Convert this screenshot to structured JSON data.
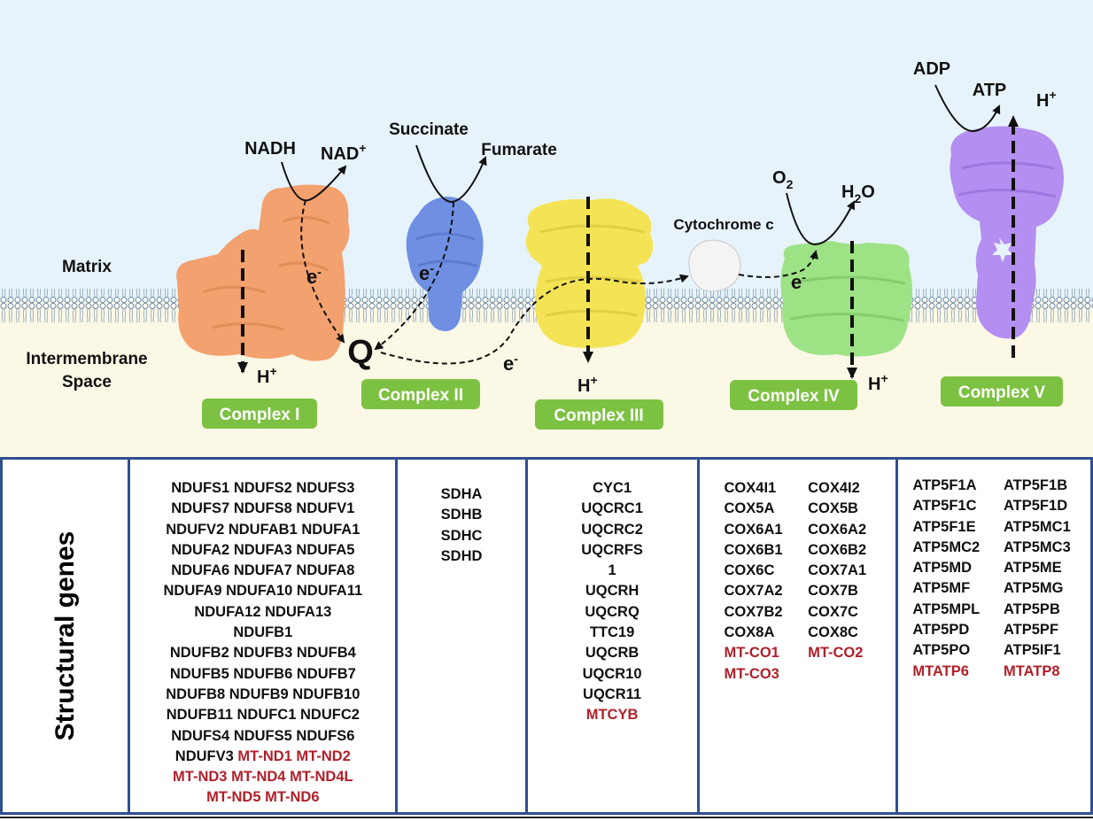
{
  "regions": {
    "matrix": "Matrix",
    "intermembrane_line1": "Intermembrane",
    "intermembrane_line2": "Space"
  },
  "complexes": [
    "Complex I",
    "Complex II",
    "Complex III",
    "Complex IV",
    "Complex V"
  ],
  "molecules": {
    "nadh": "NADH",
    "nad": "NAD",
    "nad_sup": "+",
    "succinate": "Succinate",
    "fumarate": "Fumarate",
    "cytochrome": "Cytochrome c",
    "o2": "O",
    "o2_sub": "2",
    "h2o_h": "H",
    "h2o_sub": "2",
    "h2o_o": "O",
    "adp": "ADP",
    "atp": "ATP",
    "q": "Q",
    "e": "e",
    "e_sup": "-",
    "h": "H",
    "h_sup": "+"
  },
  "colors": {
    "matrix_bg": "#e7f3fb",
    "ims_bg": "#fbf8e6",
    "complex1": "#f3a16e",
    "complex2": "#6f8fe3",
    "complex3": "#f4e455",
    "complex4": "#9ee286",
    "complex5": "#b48ef0",
    "cytochrome": "#f4f4f4",
    "label_green": "#7dc142",
    "table_border": "#2f4f8f",
    "mt_gene": "#b0202a"
  },
  "table": {
    "title": "Structural genes",
    "columns": [
      {
        "lines": [
          [
            {
              "t": "NDUFS1"
            },
            {
              "t": "NDUFS2"
            },
            {
              "t": "NDUFS3"
            }
          ],
          [
            {
              "t": "NDUFS7"
            },
            {
              "t": "NDUFS8"
            },
            {
              "t": "NDUFV1"
            }
          ],
          [
            {
              "t": "NDUFV2"
            },
            {
              "t": "NDUFAB1"
            },
            {
              "t": "NDUFA1"
            }
          ],
          [
            {
              "t": "NDUFA2"
            },
            {
              "t": "NDUFA3"
            },
            {
              "t": "NDUFA5"
            }
          ],
          [
            {
              "t": "NDUFA6"
            },
            {
              "t": "NDUFA7"
            },
            {
              "t": "NDUFA8"
            }
          ],
          [
            {
              "t": "NDUFA9"
            },
            {
              "t": "NDUFA10"
            },
            {
              "t": "NDUFA11"
            }
          ],
          [
            {
              "t": "NDUFA12"
            },
            {
              "t": "NDUFA13"
            }
          ],
          [
            {
              "t": "NDUFB1"
            }
          ],
          [
            {
              "t": "NDUFB2"
            },
            {
              "t": "NDUFB3"
            },
            {
              "t": "NDUFB4"
            }
          ],
          [
            {
              "t": "NDUFB5"
            },
            {
              "t": "NDUFB6"
            },
            {
              "t": "NDUFB7"
            }
          ],
          [
            {
              "t": "NDUFB8"
            },
            {
              "t": "NDUFB9"
            },
            {
              "t": "NDUFB10"
            }
          ],
          [
            {
              "t": "NDUFB11"
            },
            {
              "t": "NDUFC1"
            },
            {
              "t": "NDUFC2"
            }
          ],
          [
            {
              "t": "NDUFS4"
            },
            {
              "t": "NDUFS5"
            },
            {
              "t": "NDUFS6"
            }
          ],
          [
            {
              "t": "NDUFV3"
            },
            {
              "t": "MT-ND1",
              "mt": true
            },
            {
              "t": "MT-ND2",
              "mt": true
            }
          ],
          [
            {
              "t": "MT-ND3",
              "mt": true
            },
            {
              "t": "MT-ND4",
              "mt": true
            },
            {
              "t": "MT-ND4L",
              "mt": true
            }
          ],
          [
            {
              "t": "MT-ND5",
              "mt": true
            },
            {
              "t": "MT-ND6",
              "mt": true
            }
          ]
        ]
      },
      {
        "lines": [
          [
            {
              "t": "SDHA"
            }
          ],
          [
            {
              "t": "SDHB"
            }
          ],
          [
            {
              "t": "SDHC"
            }
          ],
          [
            {
              "t": "SDHD"
            }
          ]
        ]
      },
      {
        "lines": [
          [
            {
              "t": "CYC1"
            }
          ],
          [
            {
              "t": "UQCRC1"
            }
          ],
          [
            {
              "t": "UQCRC2"
            }
          ],
          [
            {
              "t": "UQCRFS"
            }
          ],
          [
            {
              "t": "1"
            }
          ],
          [
            {
              "t": "UQCRH"
            }
          ],
          [
            {
              "t": "UQCRQ"
            }
          ],
          [
            {
              "t": "TTC19"
            }
          ],
          [
            {
              "t": "UQCRB"
            }
          ],
          [
            {
              "t": "UQCR10"
            }
          ],
          [
            {
              "t": "UQCR11"
            }
          ],
          [
            {
              "t": "MTCYB",
              "mt": true
            }
          ]
        ]
      },
      {
        "lines": [
          [
            {
              "t": "COX4I1"
            },
            {
              "t": "COX4I2"
            }
          ],
          [
            {
              "t": "COX5A"
            },
            {
              "t": "COX5B"
            }
          ],
          [
            {
              "t": "COX6A1"
            },
            {
              "t": "COX6A2"
            }
          ],
          [
            {
              "t": "COX6B1"
            },
            {
              "t": "COX6B2"
            }
          ],
          [
            {
              "t": "COX6C"
            },
            {
              "t": "COX7A1"
            }
          ],
          [
            {
              "t": "COX7A2"
            },
            {
              "t": "COX7B"
            }
          ],
          [
            {
              "t": "COX7B2"
            },
            {
              "t": "COX7C"
            }
          ],
          [
            {
              "t": "COX8A"
            },
            {
              "t": "COX8C"
            }
          ],
          [
            {
              "t": "MT-CO1",
              "mt": true
            },
            {
              "t": "MT-CO2",
              "mt": true
            }
          ],
          [
            {
              "t": "MT-CO3",
              "mt": true
            }
          ]
        ]
      },
      {
        "lines": [
          [
            {
              "t": "ATP5F1A"
            },
            {
              "t": "ATP5F1B"
            }
          ],
          [
            {
              "t": "ATP5F1C"
            },
            {
              "t": "ATP5F1D"
            }
          ],
          [
            {
              "t": "ATP5F1E"
            },
            {
              "t": "ATP5MC1"
            }
          ],
          [
            {
              "t": "ATP5MC2"
            },
            {
              "t": "ATP5MC3"
            }
          ],
          [
            {
              "t": "ATP5MD"
            },
            {
              "t": "ATP5ME"
            }
          ],
          [
            {
              "t": "ATP5MF"
            },
            {
              "t": "ATP5MG"
            }
          ],
          [
            {
              "t": "ATP5MPL"
            },
            {
              "t": "ATP5PB"
            }
          ],
          [
            {
              "t": "ATP5PD"
            },
            {
              "t": "ATP5PF"
            }
          ],
          [
            {
              "t": "ATP5PO"
            },
            {
              "t": "ATP5IF1"
            }
          ],
          [
            {
              "t": "MTATP6",
              "mt": true
            },
            {
              "t": "MTATP8",
              "mt": true
            }
          ]
        ]
      }
    ]
  }
}
